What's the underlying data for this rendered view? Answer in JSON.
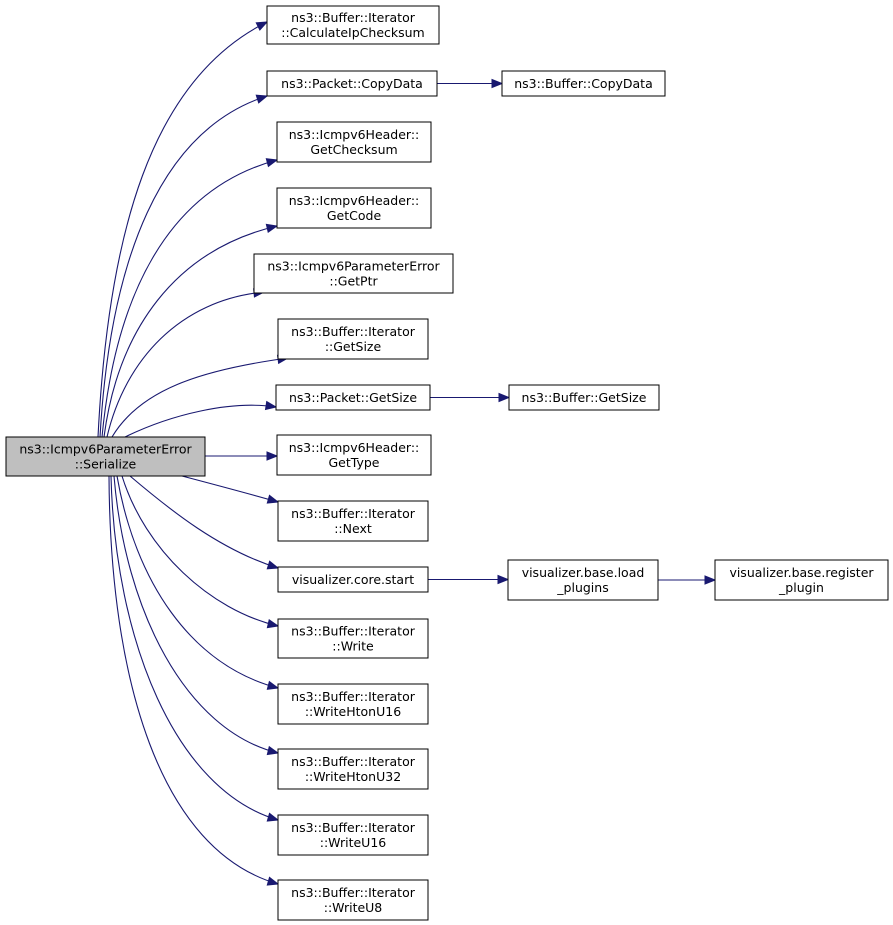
{
  "nodes": [
    {
      "id": "root",
      "lines": [
        "ns3::Icmpv6ParameterError",
        "::Serialize"
      ],
      "root": true
    },
    {
      "id": "calcip",
      "lines": [
        "ns3::Buffer::Iterator",
        "::CalculateIpChecksum"
      ]
    },
    {
      "id": "pktcopy",
      "lines": [
        "ns3::Packet::CopyData"
      ]
    },
    {
      "id": "bufcopy",
      "lines": [
        "ns3::Buffer::CopyData"
      ]
    },
    {
      "id": "getchecksum",
      "lines": [
        "ns3::Icmpv6Header::",
        "GetChecksum"
      ]
    },
    {
      "id": "getcode",
      "lines": [
        "ns3::Icmpv6Header::",
        "GetCode"
      ]
    },
    {
      "id": "getptr",
      "lines": [
        "ns3::Icmpv6ParameterError",
        "::GetPtr"
      ]
    },
    {
      "id": "itgetsize",
      "lines": [
        "ns3::Buffer::Iterator",
        "::GetSize"
      ]
    },
    {
      "id": "pktgetsize",
      "lines": [
        "ns3::Packet::GetSize"
      ]
    },
    {
      "id": "bufgetsize",
      "lines": [
        "ns3::Buffer::GetSize"
      ]
    },
    {
      "id": "gettype",
      "lines": [
        "ns3::Icmpv6Header::",
        "GetType"
      ]
    },
    {
      "id": "next",
      "lines": [
        "ns3::Buffer::Iterator",
        "::Next"
      ]
    },
    {
      "id": "vstart",
      "lines": [
        "visualizer.core.start"
      ]
    },
    {
      "id": "vload",
      "lines": [
        "visualizer.base.load",
        "_plugins"
      ]
    },
    {
      "id": "vreg",
      "lines": [
        "visualizer.base.register",
        "_plugin"
      ]
    },
    {
      "id": "write",
      "lines": [
        "ns3::Buffer::Iterator",
        "::Write"
      ]
    },
    {
      "id": "whu16",
      "lines": [
        "ns3::Buffer::Iterator",
        "::WriteHtonU16"
      ]
    },
    {
      "id": "whu32",
      "lines": [
        "ns3::Buffer::Iterator",
        "::WriteHtonU32"
      ]
    },
    {
      "id": "wu16",
      "lines": [
        "ns3::Buffer::Iterator",
        "::WriteU16"
      ]
    },
    {
      "id": "wu8",
      "lines": [
        "ns3::Buffer::Iterator",
        "::WriteU8"
      ]
    }
  ],
  "edges": [
    {
      "from": "root",
      "to": "calcip"
    },
    {
      "from": "root",
      "to": "pktcopy"
    },
    {
      "from": "pktcopy",
      "to": "bufcopy"
    },
    {
      "from": "root",
      "to": "getchecksum"
    },
    {
      "from": "root",
      "to": "getcode"
    },
    {
      "from": "root",
      "to": "getptr"
    },
    {
      "from": "root",
      "to": "itgetsize"
    },
    {
      "from": "root",
      "to": "pktgetsize"
    },
    {
      "from": "pktgetsize",
      "to": "bufgetsize"
    },
    {
      "from": "root",
      "to": "gettype"
    },
    {
      "from": "root",
      "to": "next"
    },
    {
      "from": "root",
      "to": "vstart"
    },
    {
      "from": "vstart",
      "to": "vload"
    },
    {
      "from": "vload",
      "to": "vreg"
    },
    {
      "from": "root",
      "to": "write"
    },
    {
      "from": "root",
      "to": "whu16"
    },
    {
      "from": "root",
      "to": "whu32"
    },
    {
      "from": "root",
      "to": "wu16"
    },
    {
      "from": "root",
      "to": "wu8"
    }
  ],
  "colors": {
    "edge": "#191970",
    "root_fill": "#bfbfbf",
    "node_fill": "#ffffff",
    "border": "#000000"
  }
}
